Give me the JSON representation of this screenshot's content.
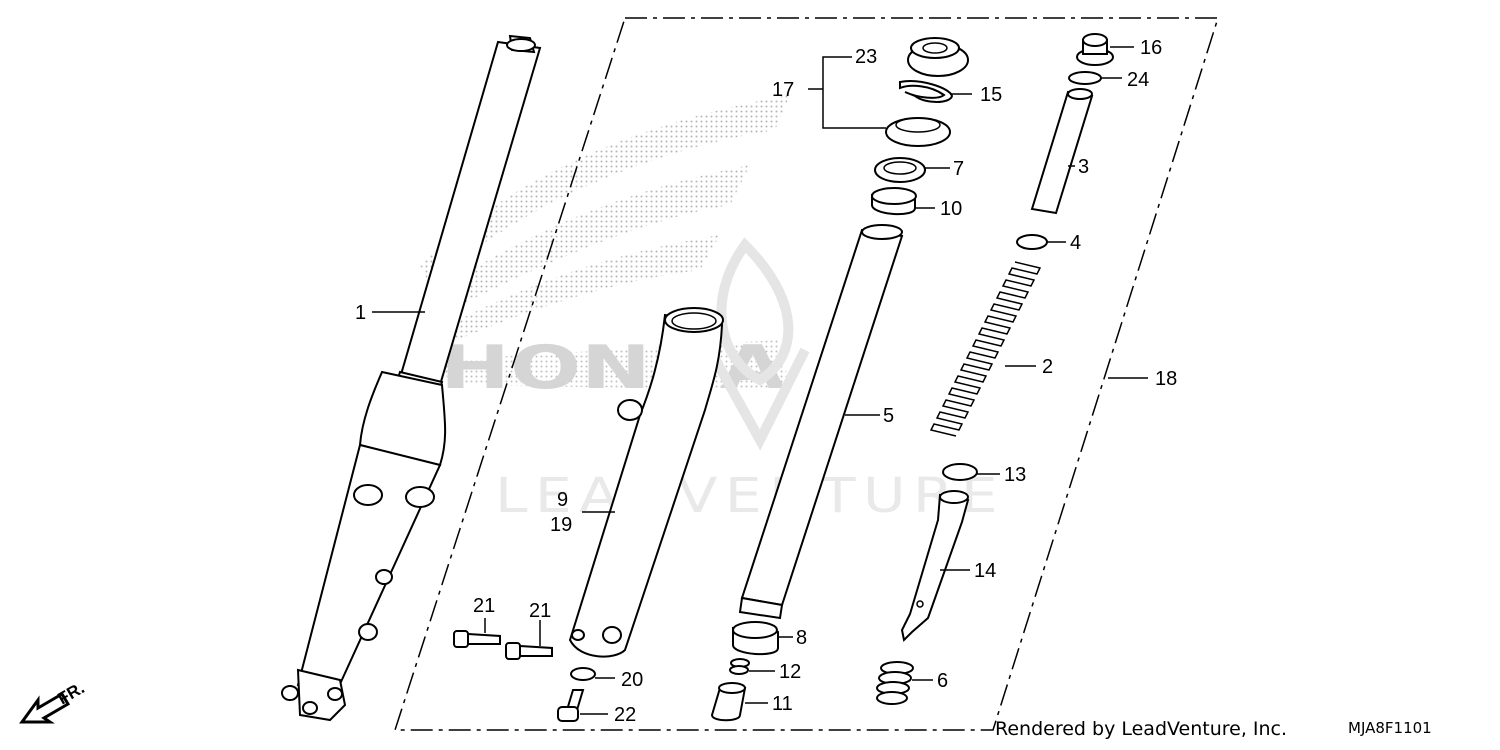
{
  "diagram": {
    "callouts": {
      "c1": "1",
      "c2": "2",
      "c3": "3",
      "c4": "4",
      "c5": "5",
      "c6": "6",
      "c7": "7",
      "c8": "8",
      "c9": "9",
      "c19": "19",
      "c10": "10",
      "c11": "11",
      "c12": "12",
      "c13": "13",
      "c14": "14",
      "c15": "15",
      "c16": "16",
      "c17": "17",
      "c18": "18",
      "c20": "20",
      "c21a": "21",
      "c21b": "21",
      "c22": "22",
      "c23": "23",
      "c24": "24"
    },
    "direction_label": "FR.",
    "watermark_text": "LEADVENTURE",
    "brand_watermark": "HONDA"
  },
  "footer": {
    "credit": "Rendered by LeadVenture, Inc.",
    "code": "MJA8F1101"
  }
}
